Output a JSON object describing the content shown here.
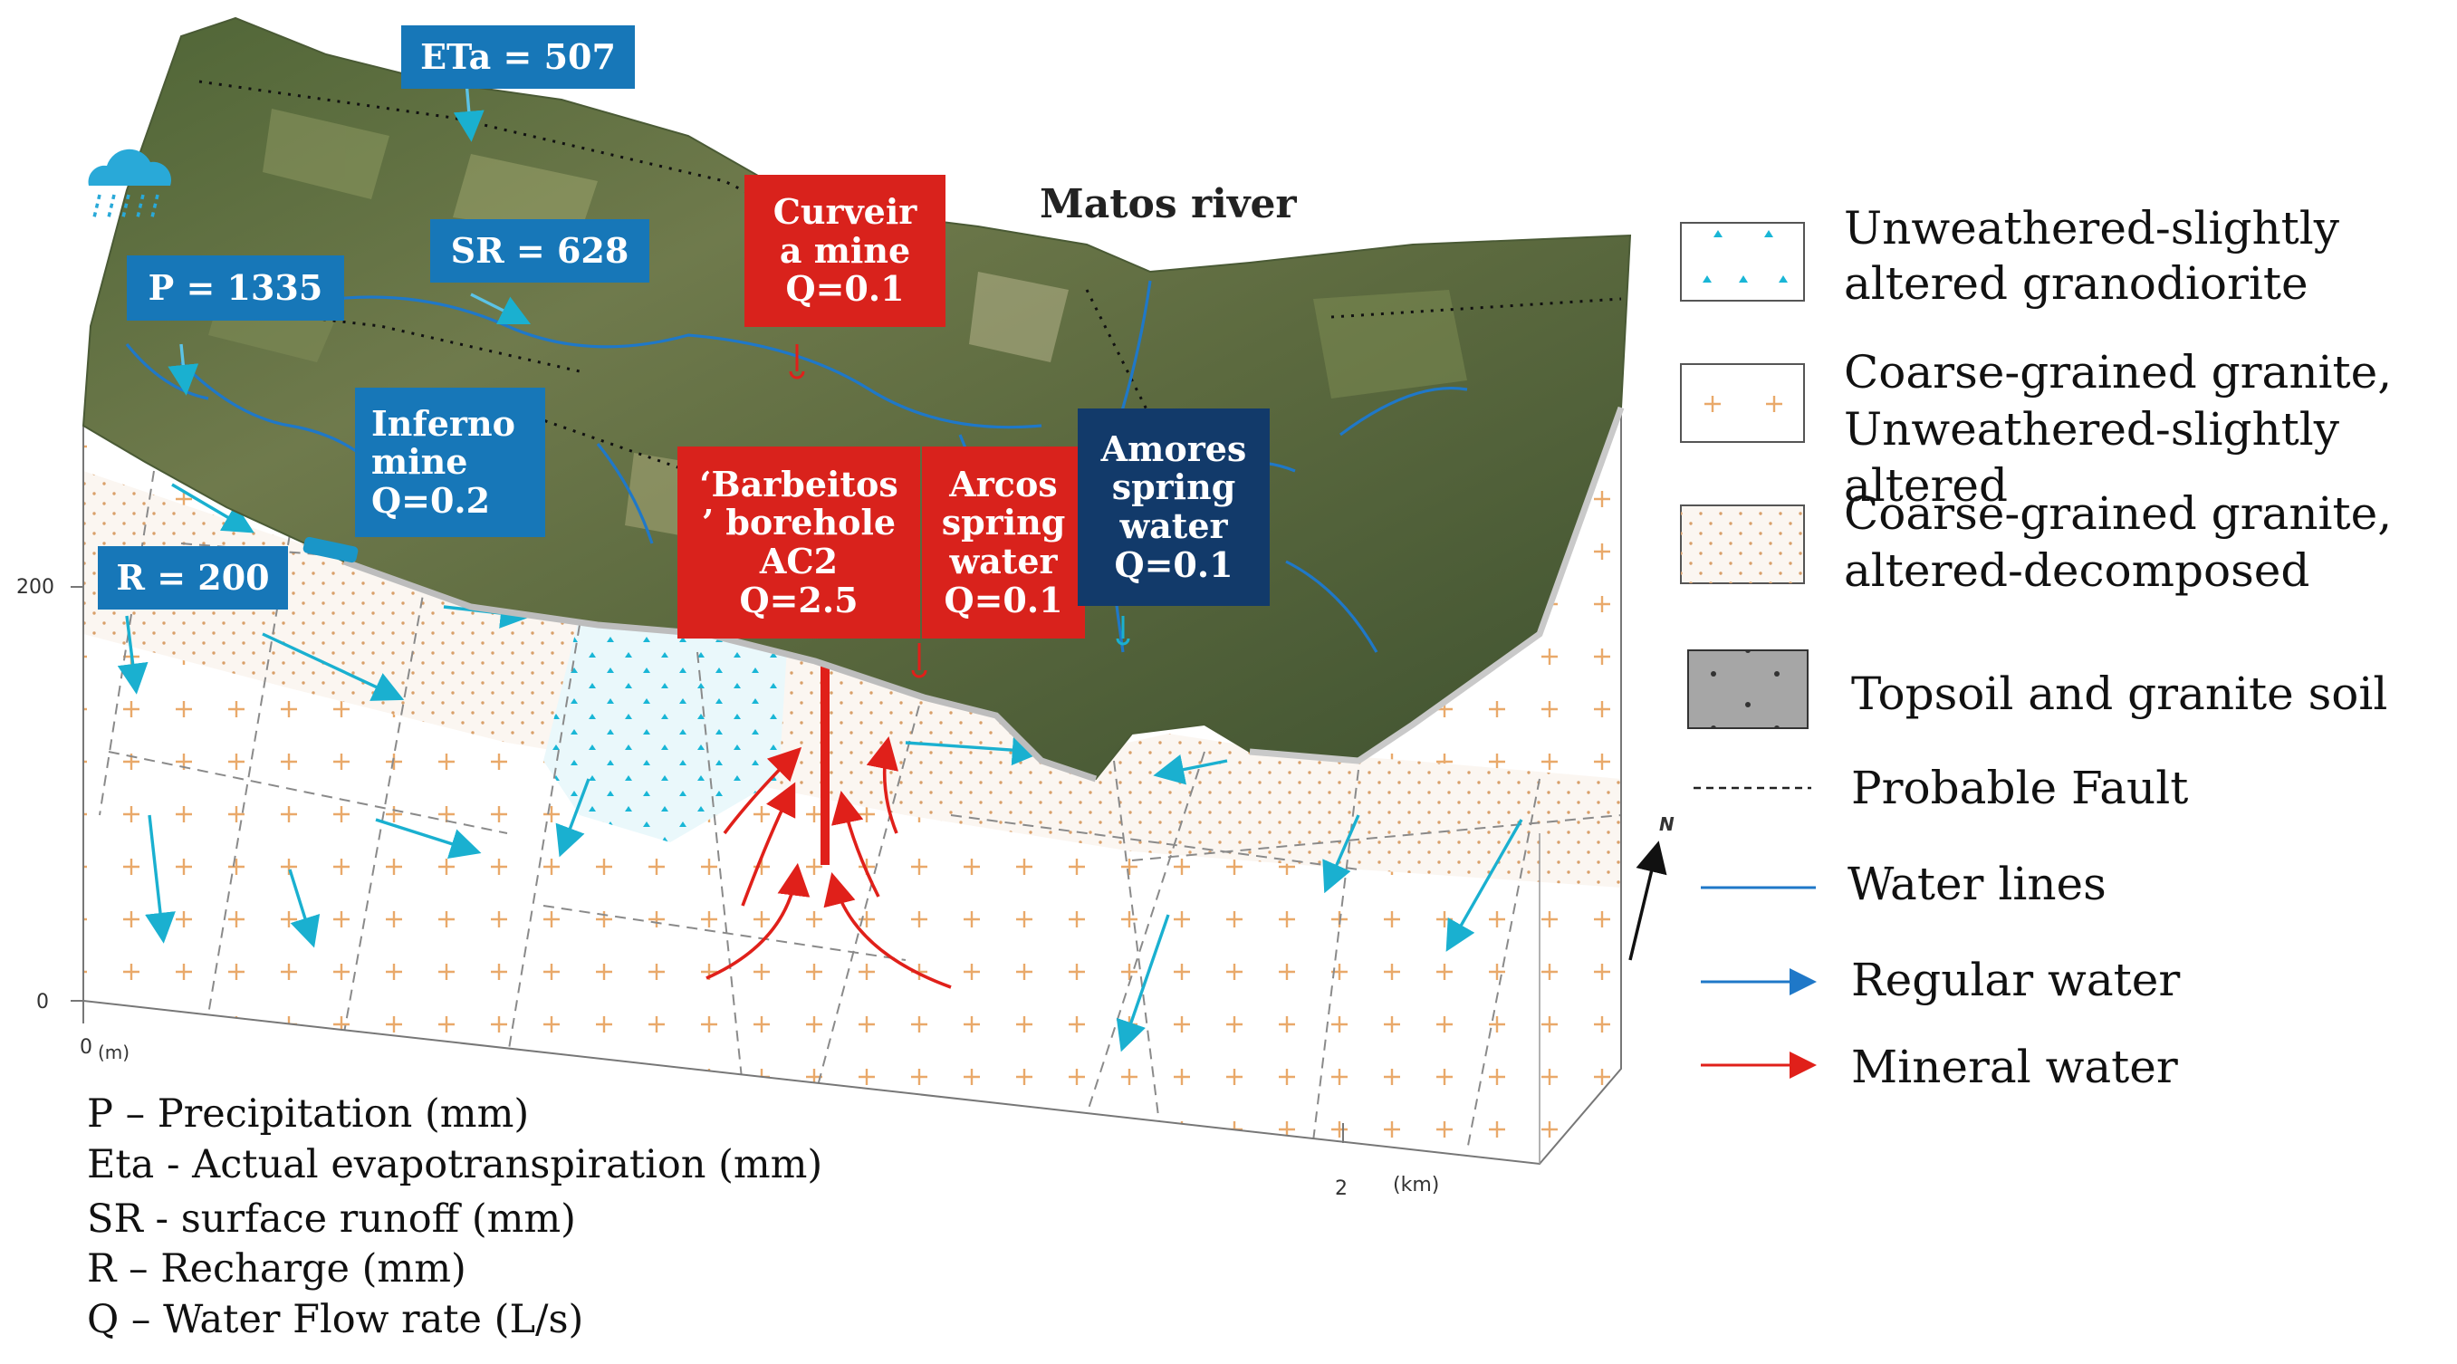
{
  "labels": {
    "eta": "ETa = 507",
    "sr": "SR = 628",
    "p": "P = 1335",
    "r": "R = 200",
    "inferno": [
      "Inferno",
      "mine",
      "Q=0.2"
    ],
    "curveira": [
      "Curveir",
      "a mine",
      "Q=0.1"
    ],
    "barbeitos": [
      "‘Barbeitos",
      "’ borehole",
      "AC2",
      "Q=2.5"
    ],
    "arcos": [
      "Arcos",
      "spring",
      "water",
      "Q=0.1"
    ],
    "amores": [
      "Amores",
      "spring",
      "water",
      "Q=0.1"
    ]
  },
  "river_title": "Matos river",
  "axes": {
    "y200": "200",
    "y0": "0",
    "x0": "0",
    "x_unit_m": "(m)",
    "x2": "2",
    "x_unit_km": "(km)",
    "north": "N"
  },
  "legend": [
    {
      "key": "granodiorite",
      "lines": [
        "Unweathered-slightly",
        "altered  granodiorite"
      ]
    },
    {
      "key": "granite-unweathered",
      "lines": [
        "Coarse-grained granite,",
        "Unweathered-slightly altered"
      ]
    },
    {
      "key": "granite-decomposed",
      "lines": [
        "Coarse-grained granite,",
        "altered-decomposed"
      ]
    },
    {
      "key": "topsoil",
      "lines": [
        "Topsoil and granite soil"
      ]
    },
    {
      "key": "fault",
      "lines": [
        "Probable Fault"
      ]
    },
    {
      "key": "water-lines",
      "lines": [
        "Water lines"
      ]
    },
    {
      "key": "regular-water",
      "lines": [
        "Regular water"
      ]
    },
    {
      "key": "mineral-water",
      "lines": [
        "Mineral water"
      ]
    }
  ],
  "definitions": [
    "P – Precipitation (mm)",
    "Eta - Actual evapotranspiration (mm)",
    "SR - surface runoff (mm)",
    "R – Recharge (mm)",
    "Q – Water Flow rate (L/s)"
  ],
  "colors": {
    "blue_label": "#1777b8",
    "navy_label": "#123a6a",
    "red_label": "#d9221c",
    "water_line": "#1f78c8",
    "regular_arrow": "#1ab0d0",
    "mineral_arrow": "#e0201a",
    "granite_cross": "#e9a96a",
    "granodiorite_dot": "#19b6d6"
  }
}
